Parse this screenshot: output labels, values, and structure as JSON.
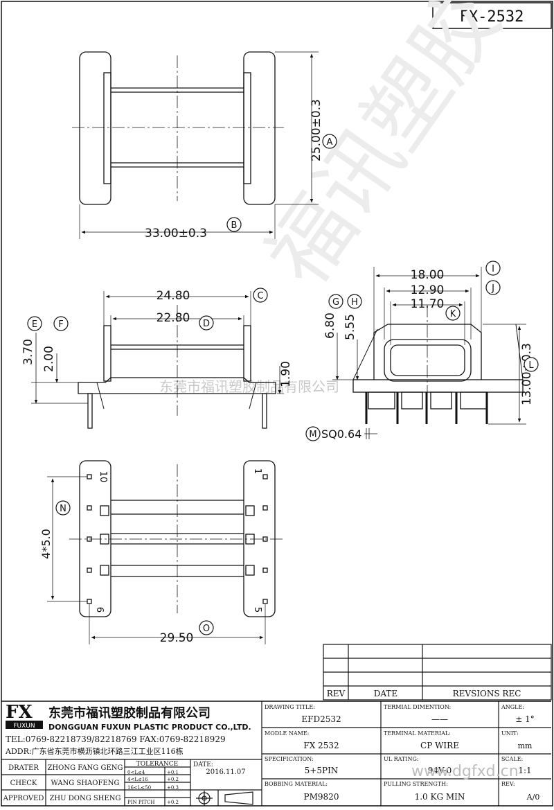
{
  "part_number": "FX-2532",
  "watermark": "东莞市福讯塑胶制品有限公司",
  "watermark_brand": "福讯塑胶",
  "top_view": {
    "dim_height": "25.00±0.3",
    "dim_width": "33.00±0.3",
    "tag_height": "A",
    "tag_width": "B"
  },
  "side_view": {
    "dim_c": "24.80",
    "dim_d": "22.80",
    "dim_e": "3.70",
    "dim_f": "2.00",
    "dim_pin": "1.90",
    "tags": [
      "C",
      "D",
      "E",
      "F"
    ]
  },
  "end_view": {
    "dim_i": "18.00",
    "dim_j": "12.90",
    "dim_k": "11.70",
    "dim_g": "6.80",
    "dim_h": "5.55",
    "dim_l": "13.00±0.3",
    "dim_m": "SQ0.64",
    "tags": [
      "I",
      "J",
      "K",
      "G",
      "H",
      "L",
      "M"
    ]
  },
  "bottom_view": {
    "dim_n": "4*5.0",
    "dim_o": "29.50",
    "tag_n": "N",
    "tag_o": "O",
    "pins": [
      "10",
      "1",
      "6",
      "5"
    ]
  },
  "revision_table": {
    "headers": [
      "REV",
      "DATE",
      "REVSIONS REC"
    ]
  },
  "company": {
    "logo": "FX",
    "logo_sub": "FUXUN",
    "name_cn": "东莞市福讯塑胶制品有限公司",
    "name_en": "DONGGUAN FUXUN PLASTIC PRODUCT CO.,LTD.",
    "contact": "TEL:0769-82218739/82218769 FAX:0769-82218929",
    "address": "ADDR:广东省东莞市横沥镇北环路三江工业区116栋"
  },
  "signoff": [
    {
      "role": "DRATER",
      "name": "ZHONG FANG GENG"
    },
    {
      "role": "CHECK",
      "name": "WANG SHAOFENG"
    },
    {
      "role": "APPROVED",
      "name": "ZHU DONG SHENG"
    }
  ],
  "tolerance": {
    "title": "TOLERANCE",
    "rows": [
      [
        "0<L≤4",
        "+0.1"
      ],
      [
        "4<L≤16",
        "+0.2"
      ],
      [
        "16<L≤50",
        "+0.3"
      ],
      [
        "PIN PITCH",
        "+0.2"
      ]
    ]
  },
  "date_label": "DATE:",
  "date_value": "2016.11.07",
  "fields": {
    "drawing_title_label": "DRAWING TITLE:",
    "drawing_title": "EFD2532",
    "terminal_dimention_label": "TERMIAL DIMENTION:",
    "terminal_dimention": "——",
    "angle_label": "ANGLE:",
    "angle": "± 1°",
    "model_label": "MODLE NAME:",
    "model": "FX 2532",
    "terminal_material_label": "TERMINAL MATERIAL:",
    "terminal_material": "CP WIRE",
    "unit_label": "UNIT:",
    "unit": "mm",
    "spec_label": "SPECIFICATION:",
    "spec": "5+5PIN",
    "ul_label": "UL RATING:",
    "ul": "94V-0",
    "scale_label": "SCALE:",
    "scale": "1:1",
    "bobbin_label": "BOBBING MATERIAL:",
    "bobbin": "PM9820",
    "pulling_label": "PULLING STRENGTH:",
    "pulling": "1.0 KG MIN",
    "rev_label": "REV:",
    "rev": "A/0"
  },
  "website_watermark": "www.dgfxd.cn"
}
